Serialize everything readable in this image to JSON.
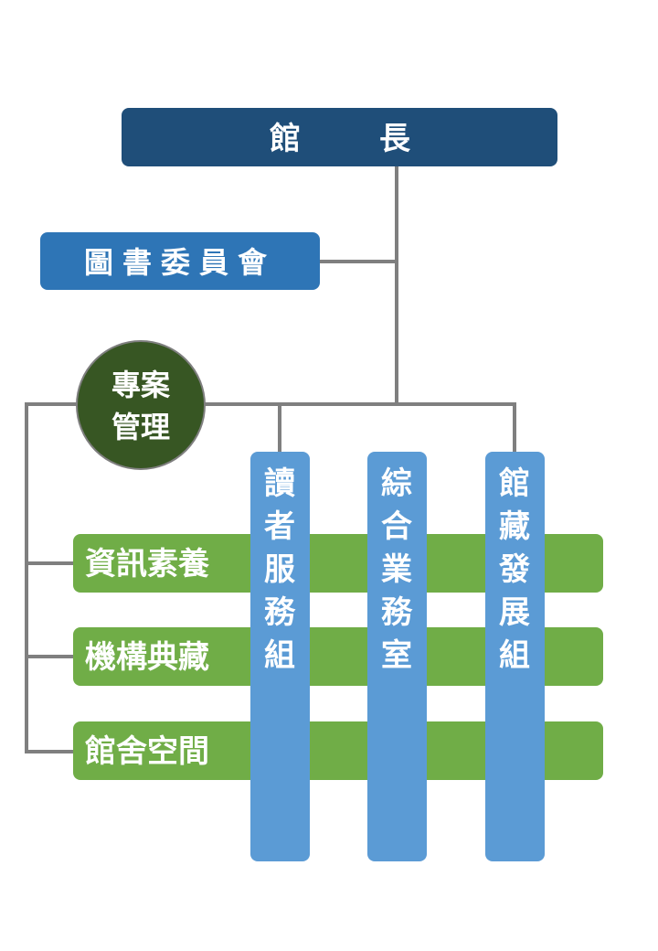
{
  "colors": {
    "director": "#1f4e79",
    "committee": "#2e75b6",
    "project": "#375623",
    "division": "#5b9bd5",
    "project_area": "#70ad47",
    "connector": "#7f7f7f"
  },
  "director": {
    "char1": "館",
    "char2": "長"
  },
  "committee": {
    "label": "圖書委員會"
  },
  "project_management": {
    "line1": "專案",
    "line2": "管理"
  },
  "divisions": [
    {
      "label": "讀者服務組"
    },
    {
      "label": "綜合業務室"
    },
    {
      "label": "館藏發展組"
    }
  ],
  "project_areas": [
    {
      "label": "資訊素養"
    },
    {
      "label": "機構典藏"
    },
    {
      "label": "館舍空間"
    }
  ]
}
